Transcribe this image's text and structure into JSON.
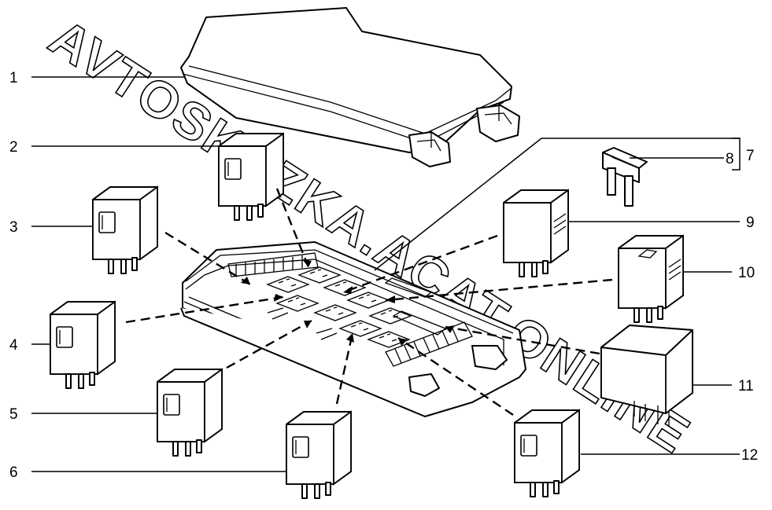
{
  "watermark": "AVTOSKAZKA.ACAT.ONLINE",
  "callouts": [
    "1",
    "2",
    "3",
    "4",
    "5",
    "6",
    "7",
    "8",
    "9",
    "10",
    "11",
    "12"
  ],
  "parts": [
    {
      "id": "1",
      "icon": "cover-lid-icon"
    },
    {
      "id": "2",
      "icon": "relay-icon"
    },
    {
      "id": "3",
      "icon": "relay-icon"
    },
    {
      "id": "4",
      "icon": "relay-icon"
    },
    {
      "id": "5",
      "icon": "relay-icon"
    },
    {
      "id": "6",
      "icon": "relay-icon"
    },
    {
      "id": "7",
      "icon": "fuse-group-bracket-icon"
    },
    {
      "id": "8",
      "icon": "blade-fuse-icon"
    },
    {
      "id": "9",
      "icon": "relay-vented-icon"
    },
    {
      "id": "10",
      "icon": "relay-vented-symbol-icon"
    },
    {
      "id": "11",
      "icon": "large-relay-icon"
    },
    {
      "id": "12",
      "icon": "relay-icon"
    }
  ],
  "colors": {
    "line": "#000000",
    "background": "#ffffff"
  }
}
